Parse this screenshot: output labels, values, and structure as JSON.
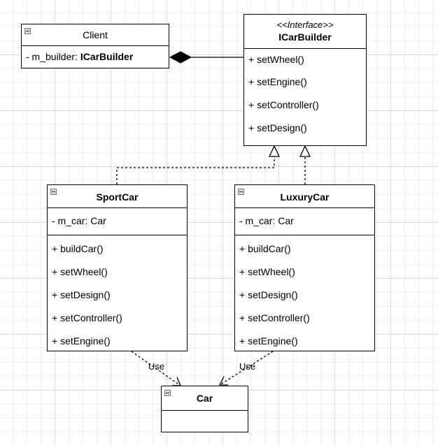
{
  "client": {
    "name": "Client",
    "attr_prefix": "- m_builder: ",
    "attr_type": "ICarBuilder"
  },
  "icarbuilder": {
    "stereotype": "<<Interface>>",
    "name": "ICarBuilder",
    "methods": [
      "+ setWheel()",
      "+ setEngine()",
      "+ setController()",
      "+ setDesign()"
    ]
  },
  "sportcar": {
    "name": "SportCar",
    "attribute": "- m_car: Car",
    "methods": [
      "+ buildCar()",
      "+ setWheel()",
      "+ setDesign()",
      "+ setController()",
      "+ setEngine()"
    ]
  },
  "luxurycar": {
    "name": "LuxuryCar",
    "attribute": "- m_car: Car",
    "methods": [
      "+ buildCar()",
      "+ setWheel()",
      "+ setDesign()",
      "+ setController()",
      "+ setEngine()"
    ]
  },
  "car": {
    "name": "Car"
  },
  "relations": {
    "use_left": "Use",
    "use_right": "Use"
  }
}
